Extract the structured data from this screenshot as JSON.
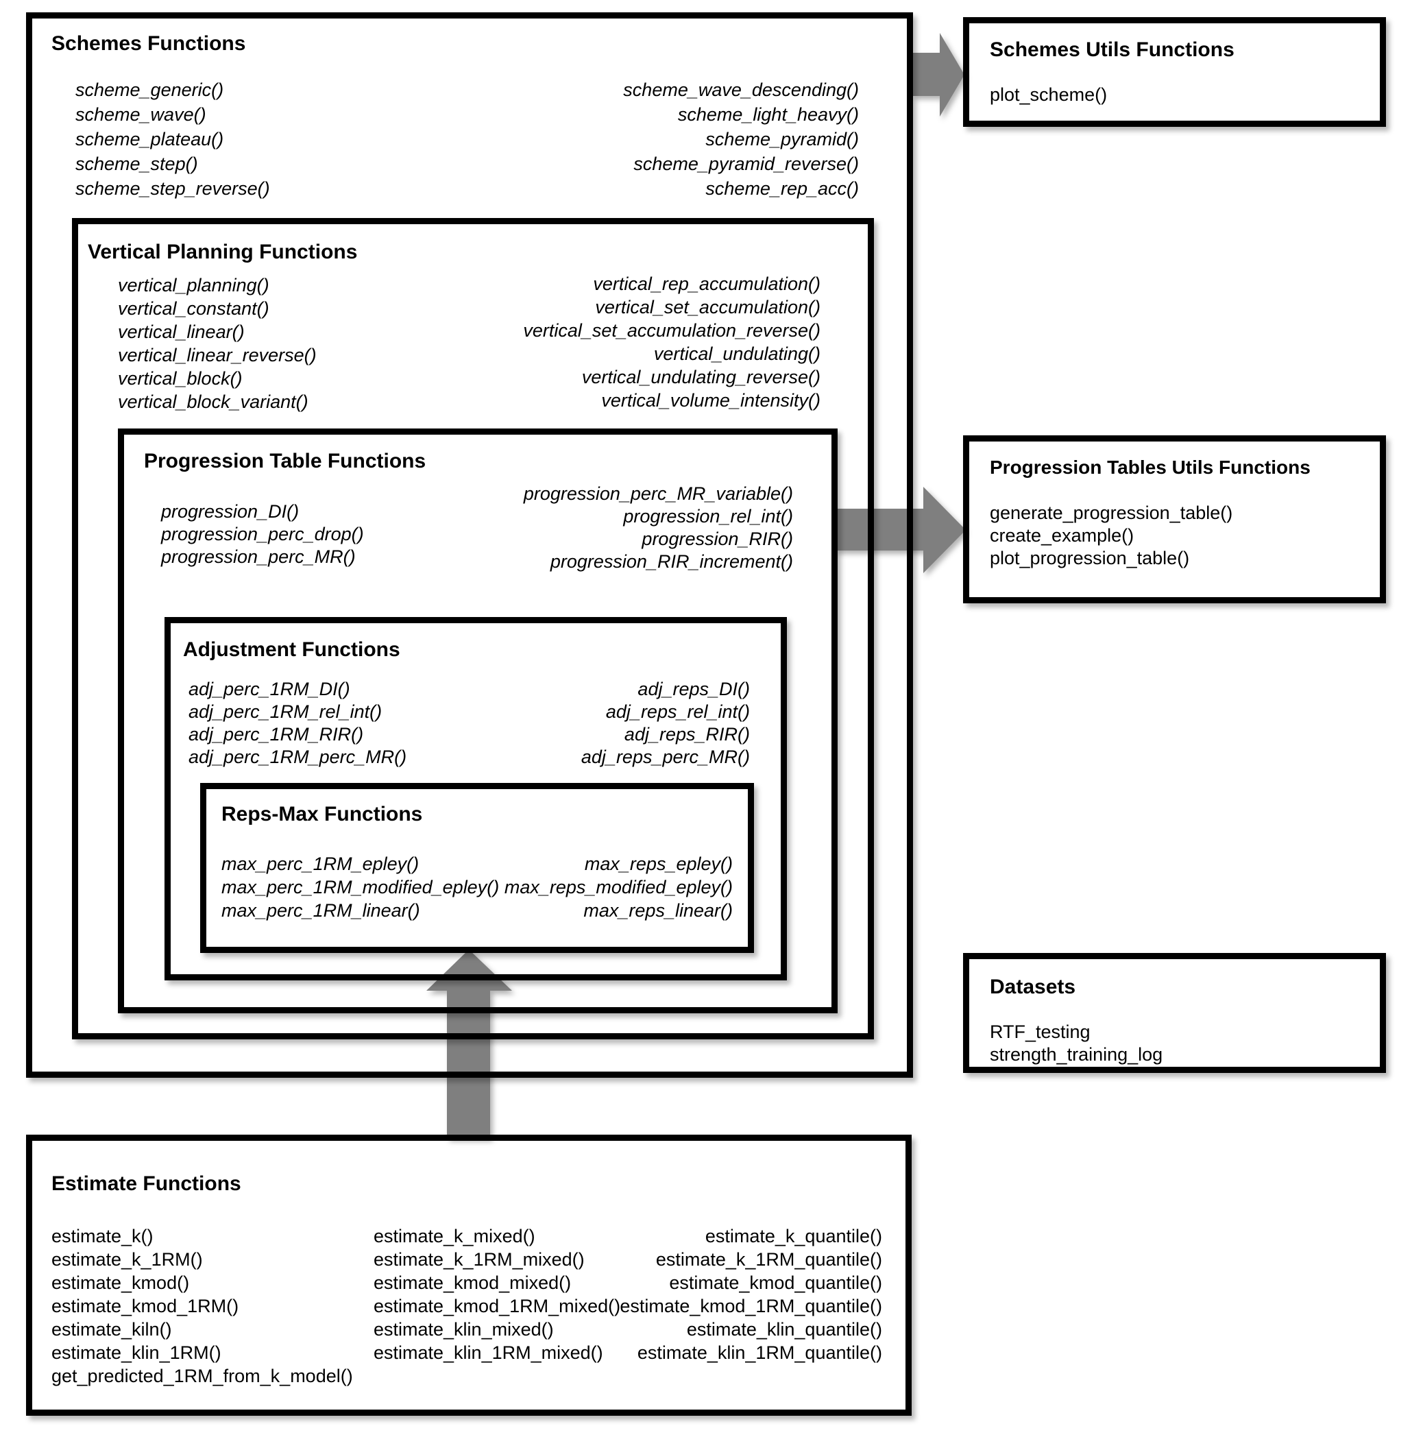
{
  "colors": {
    "arrow": "#7f7f7f",
    "border": "#000000",
    "background": "#ffffff"
  },
  "boxes": {
    "schemes": {
      "title": "Schemes Functions",
      "left_items": [
        "scheme_generic()",
        "scheme_wave()",
        "scheme_plateau()",
        "scheme_step()",
        "scheme_step_reverse()"
      ],
      "right_items": [
        "scheme_wave_descending()",
        "scheme_light_heavy()",
        "scheme_pyramid()",
        "scheme_pyramid_reverse()",
        "scheme_rep_acc()"
      ]
    },
    "vertical": {
      "title": "Vertical Planning Functions",
      "left_items": [
        "vertical_planning()",
        "vertical_constant()",
        "vertical_linear()",
        "vertical_linear_reverse()",
        "vertical_block()",
        "vertical_block_variant()"
      ],
      "right_items": [
        "vertical_rep_accumulation()",
        "vertical_set_accumulation()",
        "vertical_set_accumulation_reverse()",
        "vertical_undulating()",
        "vertical_undulating_reverse()",
        "vertical_volume_intensity()"
      ]
    },
    "progression": {
      "title": "Progression Table Functions",
      "left_items": [
        "progression_DI()",
        "progression_perc_drop()",
        "progression_perc_MR()"
      ],
      "right_items": [
        "progression_perc_MR_variable()",
        "progression_rel_int()",
        "progression_RIR()",
        "progression_RIR_increment()"
      ]
    },
    "adjustment": {
      "title": "Adjustment Functions",
      "left_items": [
        "adj_perc_1RM_DI()",
        "adj_perc_1RM_rel_int()",
        "adj_perc_1RM_RIR()",
        "adj_perc_1RM_perc_MR()"
      ],
      "right_items": [
        "adj_reps_DI()",
        "adj_reps_rel_int()",
        "adj_reps_RIR()",
        "adj_reps_perc_MR()"
      ]
    },
    "reps_max": {
      "title": "Reps-Max Functions",
      "left_items": [
        "max_perc_1RM_epley()",
        "max_perc_1RM_modified_epley()",
        "max_perc_1RM_linear()"
      ],
      "right_items": [
        "max_reps_epley()",
        "max_reps_modified_epley()",
        "max_reps_linear()"
      ]
    },
    "schemes_utils": {
      "title": "Schemes Utils Functions",
      "items": [
        "plot_scheme()"
      ]
    },
    "progression_utils": {
      "title": "Progression Tables Utils Functions",
      "items": [
        "generate_progression_table()",
        "create_example()",
        "plot_progression_table()"
      ]
    },
    "datasets": {
      "title": "Datasets",
      "items": [
        "RTF_testing",
        "strength_training_log"
      ]
    },
    "estimate": {
      "title": "Estimate Functions",
      "col1_items": [
        "estimate_k()",
        "estimate_k_1RM()",
        "estimate_kmod()",
        "estimate_kmod_1RM()",
        "estimate_kiln()",
        "estimate_klin_1RM()",
        "get_predicted_1RM_from_k_model()"
      ],
      "col2_items": [
        "estimate_k_mixed()",
        "estimate_k_1RM_mixed()",
        "estimate_kmod_mixed()",
        "estimate_kmod_1RM_mixed()",
        "estimate_klin_mixed()",
        "estimate_klin_1RM_mixed()"
      ],
      "col3_items": [
        "estimate_k_quantile()",
        "estimate_k_1RM_quantile()",
        "estimate_kmod_quantile()",
        "estimate_kmod_1RM_quantile()",
        "estimate_klin_quantile()",
        "estimate_klin_1RM_quantile()"
      ]
    }
  }
}
